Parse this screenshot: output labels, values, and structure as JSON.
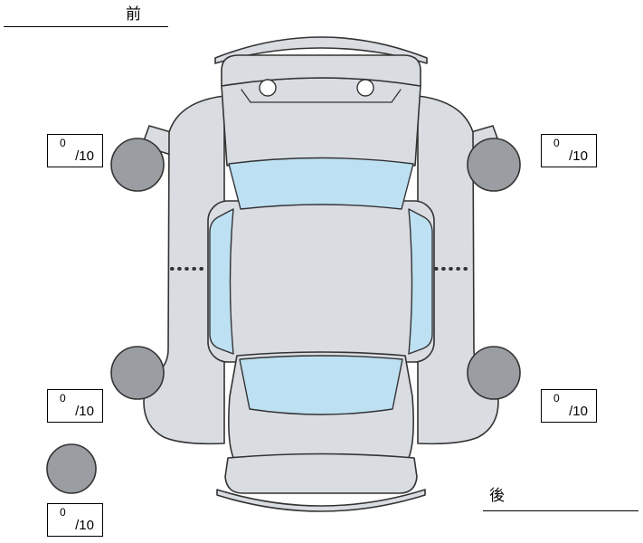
{
  "diagram": {
    "orientation_labels": {
      "front": "前",
      "rear": "後"
    },
    "scores": {
      "front_left": {
        "value": "0",
        "denominator": "/10"
      },
      "front_right": {
        "value": "0",
        "denominator": "/10"
      },
      "rear_left": {
        "value": "0",
        "denominator": "/10"
      },
      "rear_right": {
        "value": "0",
        "denominator": "/10"
      },
      "spare": {
        "value": "0",
        "denominator": "/10"
      }
    },
    "colors": {
      "body": "#d9dde2",
      "glass": "#bde0f2",
      "wheel": "#9a9ea3",
      "outline": "#333333",
      "background": "#ffffff"
    }
  }
}
